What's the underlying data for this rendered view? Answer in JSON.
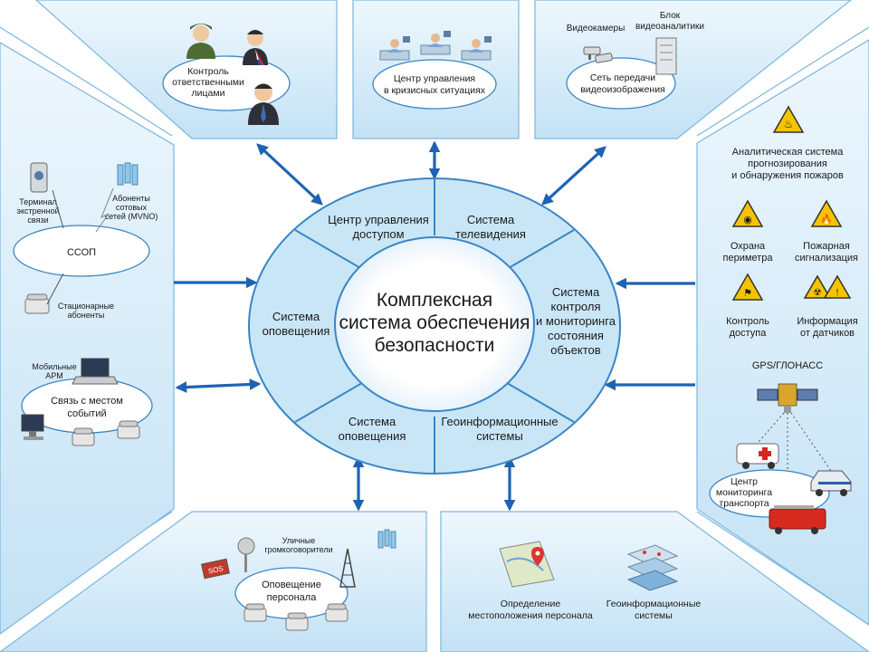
{
  "center": {
    "title_lines": [
      "Комплексная",
      "система обеспечения",
      "безопасности"
    ],
    "segments": [
      {
        "lines": [
          "Центр управления",
          "доступом"
        ]
      },
      {
        "lines": [
          "Система",
          "телевидения"
        ]
      },
      {
        "lines": [
          "Система",
          "контроля",
          "и мониторинга",
          "состояния",
          "объектов"
        ]
      },
      {
        "lines": [
          "Геоинформационные",
          "системы"
        ]
      },
      {
        "lines": [
          "Система",
          "оповещения"
        ]
      },
      {
        "lines": [
          "Система",
          "оповещения"
        ]
      }
    ]
  },
  "top_left": {
    "ring_lines": [
      "Контроль",
      "ответственными",
      "лицами"
    ]
  },
  "top_center": {
    "ring_lines": [
      "Центр управления",
      "в кризисных ситуациях"
    ]
  },
  "top_right": {
    "label_cameras": "Видеокамеры",
    "label_analytics_lines": [
      "Блок",
      "видеоаналитики"
    ],
    "ring_lines": [
      "Сеть передачи",
      "видеоизображения"
    ]
  },
  "left": {
    "terminal_lines": [
      "Терминал",
      "экстренной",
      "связи"
    ],
    "mobile_subs_lines": [
      "Абоненты",
      "сотовых",
      "сетей (MVNO)"
    ],
    "ring_ssop": "ССОП",
    "stationary_lines": [
      "Стационарные",
      "абоненты"
    ],
    "mobile_arm_lines": [
      "Мобильные",
      "АРМ"
    ],
    "ring_event_lines": [
      "Связь с местом",
      "событий"
    ]
  },
  "right": {
    "fire_analytics_lines": [
      "Аналитическая система",
      "прогнозирования",
      "и обнаружения пожаров"
    ],
    "perimeter_lines": [
      "Охрана",
      "периметра"
    ],
    "fire_alarm_lines": [
      "Пожарная",
      "сигнализация"
    ],
    "access_lines": [
      "Контроль",
      "доступа"
    ],
    "sensors_lines": [
      "Информация",
      "от датчиков"
    ],
    "gps": "GPS/ГЛОНАСС",
    "transport_lines": [
      "Центр",
      "мониторинга",
      "транспорта"
    ]
  },
  "bottom_left": {
    "speakers_lines": [
      "Уличные",
      "громкоговорители"
    ],
    "sos": "SOS",
    "ring_lines": [
      "Оповещение",
      "персонала"
    ]
  },
  "bottom_right": {
    "location_lines": [
      "Определение",
      "местоположения персонала"
    ],
    "gis_lines": [
      "Геоинформационные",
      "системы"
    ]
  },
  "colors": {
    "panel_light": "#eaf5fc",
    "panel_dark": "#bfe0f4",
    "segment": "#c9e6f7",
    "outline": "#3a86c4",
    "arrow": "#1e63b3",
    "warning_yellow": "#f5c400"
  }
}
